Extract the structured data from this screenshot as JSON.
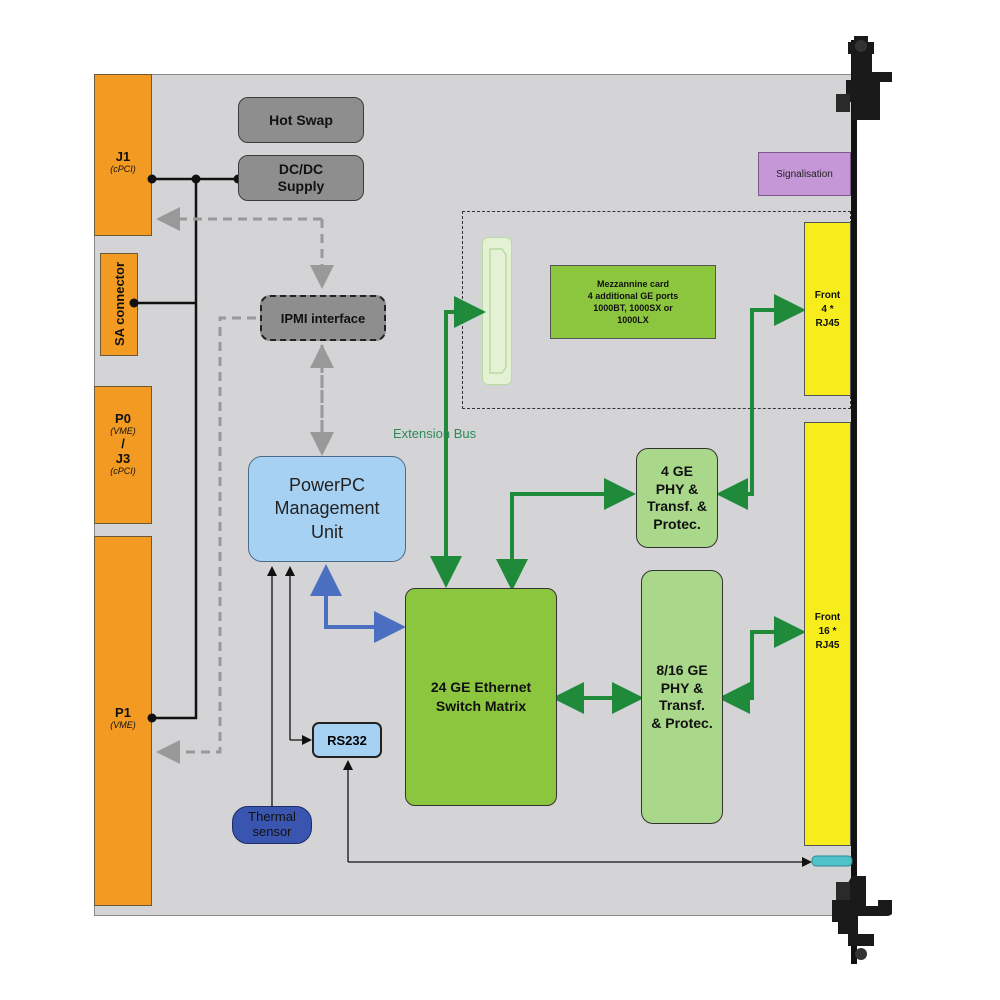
{
  "connectors": {
    "j1": {
      "title": "J1",
      "sub": "(cPCI)"
    },
    "sa": {
      "title": "SA connector"
    },
    "p0": {
      "title": "P0",
      "sub1": "(VME)",
      "slash": "/",
      "title2": "J3",
      "sub2": "(cPCI)"
    },
    "p1": {
      "title": "P1",
      "sub": "(VME)"
    }
  },
  "blocks": {
    "hot_swap": "Hot Swap",
    "dcdc_line1": "DC/DC",
    "dcdc_line2": "Supply",
    "ipmi": "IPMI interface",
    "ppc_line1": "PowerPC",
    "ppc_line2": "Management",
    "ppc_line3": "Unit",
    "rs232": "RS232",
    "thermal_line1": "Thermal",
    "thermal_line2": "sensor",
    "switch_line1": "24 GE Ethernet",
    "switch_line2": "Switch Matrix",
    "phy4_line1": "4 GE",
    "phy4_line2": "PHY &",
    "phy4_line3": "Transf. &",
    "phy4_line4": "Protec.",
    "phy16_line1": "8/16 GE",
    "phy16_line2": "PHY &",
    "phy16_line3": "Transf.",
    "phy16_line4": "& Protec.",
    "signalisation": "Signalisation",
    "mezz_line1": "Mezzannine card",
    "mezz_line2": "4 additional GE ports",
    "mezz_line3": "1000BT, 1000SX or",
    "mezz_line4": "1000LX",
    "front4_line1": "Front",
    "front4_line2": "4 *",
    "front4_line3": "RJ45",
    "front16_line1": "Front",
    "front16_line2": "16 *",
    "front16_line3": "RJ45",
    "extension_bus": "Extension Bus"
  },
  "colors": {
    "connector": "#f29a22",
    "board": "#d4d4d6",
    "ethernet_link": "#1f8a3a",
    "management_link": "#4a6fc0",
    "ipmi_link": "#999999",
    "serial_link": "#111111",
    "front_panel": "#f7ec1c"
  }
}
